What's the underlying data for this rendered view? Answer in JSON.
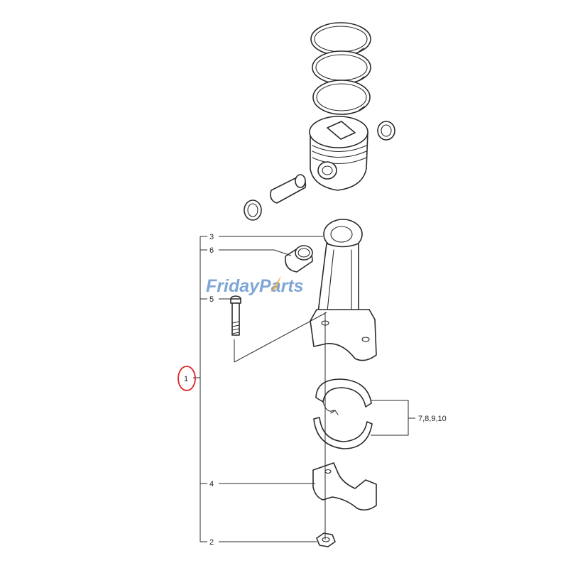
{
  "diagram": {
    "callouts": {
      "assembly": "1",
      "nut": "2",
      "connecting_rod": "3",
      "cap": "4",
      "bolt": "5",
      "bushing": "6",
      "bearings": "7,8,9,10"
    },
    "watermark": "FridayParts",
    "colors": {
      "line": "#2a2a2a",
      "highlight_circle": "#e02020",
      "watermark_blue": "#1a5fb4",
      "watermark_orange": "#f0a020"
    }
  }
}
